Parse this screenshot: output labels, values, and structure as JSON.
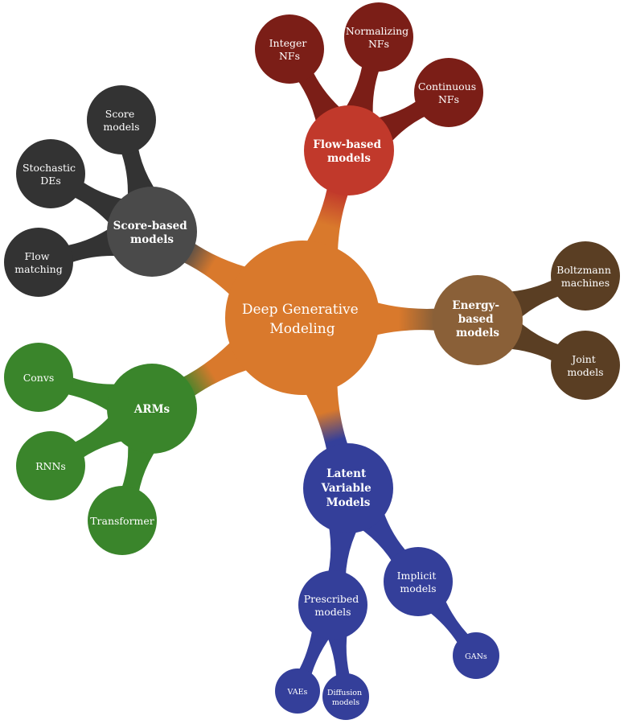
{
  "colors": {
    "central": "#d9792c",
    "flow": "#c1392b",
    "flow_leaf": "#7b1e17",
    "score": "#4a4a4a",
    "score_leaf": "#333333",
    "energy": "#8a6038",
    "energy_leaf": "#5a3e23",
    "arm": "#3a852b",
    "arm_leaf": "#3a852b",
    "latent": "#343f9a",
    "latent_leaf": "#343f9a"
  },
  "central": {
    "label": [
      "Deep Generative",
      "Modeling"
    ]
  },
  "branches": {
    "flow": {
      "label": [
        "Flow-based",
        "models"
      ],
      "leaves": [
        {
          "label": [
            "Integer",
            "NFs"
          ]
        },
        {
          "label": [
            "Normalizing",
            "NFs"
          ]
        },
        {
          "label": [
            "Continuous",
            "NFs"
          ]
        }
      ]
    },
    "score": {
      "label": [
        "Score-based",
        "models"
      ],
      "leaves": [
        {
          "label": [
            "Score",
            "models"
          ]
        },
        {
          "label": [
            "Stochastic",
            "DEs"
          ]
        },
        {
          "label": [
            "Flow",
            "matching"
          ]
        }
      ]
    },
    "energy": {
      "label": [
        "Energy-",
        "based",
        "models"
      ],
      "leaves": [
        {
          "label": [
            "Boltzmann",
            "machines"
          ]
        },
        {
          "label": [
            "Joint",
            "models"
          ]
        }
      ]
    },
    "arm": {
      "label": [
        "ARMs"
      ],
      "leaves": [
        {
          "label": [
            "Convs"
          ]
        },
        {
          "label": [
            "RNNs"
          ]
        },
        {
          "label": [
            "Transformer"
          ]
        }
      ]
    },
    "latent": {
      "label": [
        "Latent",
        "Variable",
        "Models"
      ],
      "leaves": [
        {
          "label": [
            "Prescribed",
            "models"
          ]
        },
        {
          "label": [
            "Implicit",
            "models"
          ]
        }
      ],
      "subleaves": [
        {
          "label": [
            "VAEs"
          ]
        },
        {
          "label": [
            "Diffusion",
            "models"
          ]
        },
        {
          "label": [
            "GANs"
          ]
        }
      ]
    }
  }
}
